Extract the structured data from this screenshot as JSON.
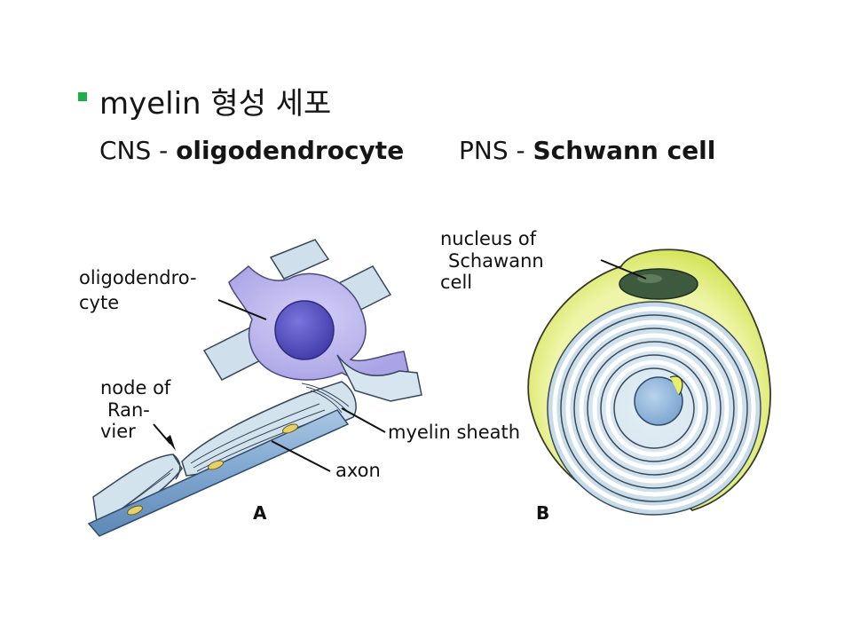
{
  "slide": {
    "title": "myelin 형성 세포",
    "cns": {
      "prefix": "CNS - ",
      "cell": "oligodendrocyte"
    },
    "pns": {
      "prefix": "PNS - ",
      "cell": "Schwann cell"
    }
  },
  "figure_a": {
    "labels": {
      "oligodendrocyte_line1": "oligodendro-",
      "oligodendrocyte_line2": "cyte",
      "node_line1": "node of",
      "node_line2": "Ran-",
      "node_line3": "vier",
      "myelin_sheath": "myelin sheath",
      "axon": "axon"
    },
    "panel": "A"
  },
  "figure_b": {
    "labels": {
      "nucleus_line1": "nucleus of",
      "nucleus_line2": "Schawann",
      "nucleus_line3": "cell"
    },
    "panel": "B"
  },
  "colors": {
    "bullet": "#1fae4a",
    "cell_body": "#b9b3ee",
    "nucleus_a": "#5a55c8",
    "axon": "#7ea6cf",
    "sheath": "#c9dbe9",
    "schwann_outer": "#e2ee78",
    "schwann_nucleus": "#3d5a3d"
  }
}
